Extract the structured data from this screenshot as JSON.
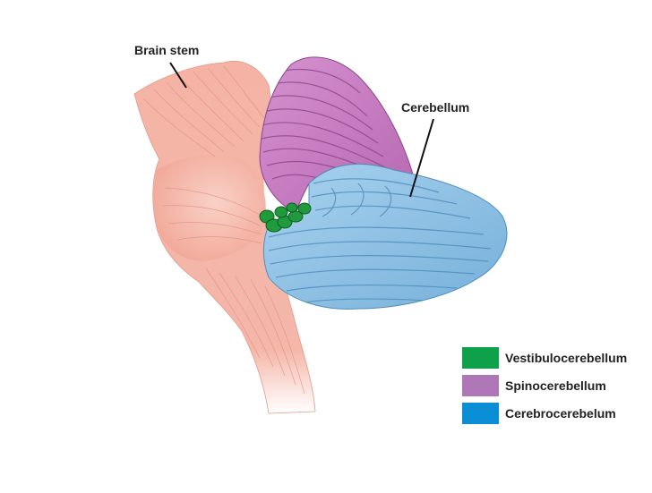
{
  "labels": {
    "brain_stem": "Brain stem",
    "cerebellum": "Cerebellum"
  },
  "legend": [
    {
      "name": "Vestibulocerebellum",
      "color": "#0fa14a"
    },
    {
      "name": "Spinocerebellum",
      "color": "#b077b8"
    },
    {
      "name": "Cerebrocerebelum",
      "color": "#0a8fd6"
    }
  ],
  "colors": {
    "brain_stem_fill": "#f4b3a5",
    "brain_stem_line": "#e08b7c",
    "spino_fill": "#c77ac2",
    "spino_line": "#8e4588",
    "cerebro_fill": "#8fc2e4",
    "cerebro_line": "#4f8fbd",
    "vestibulo_fill": "#1f9a3c",
    "vestibulo_line": "#0d5e22"
  }
}
